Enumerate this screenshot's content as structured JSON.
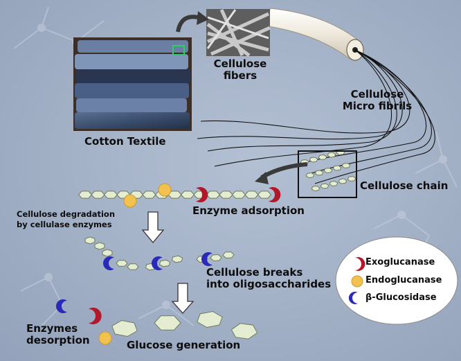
{
  "labels": {
    "cotton_textile": "Cotton Textile",
    "cellulose_fibers": "Cellulose\nfibers",
    "cellulose_microfibrils": "Cellulose\nMicro fibrils",
    "cellulose_chain": "Cellulose chain",
    "degradation": "Cellulose degradation\nby cellulase enzymes",
    "enzyme_adsorption": "Enzyme adsorption",
    "oligosaccharides": "Cellulose breaks\ninto oligosaccharides",
    "enzymes_desorption": "Enzymes\ndesorption",
    "glucose_generation": "Glucose generation"
  },
  "legend": [
    {
      "label": "Exoglucanase",
      "icon": "red-crescent-icon",
      "color": "#b3172a"
    },
    {
      "label": "Endoglucanase",
      "icon": "yellow-circle-icon",
      "color": "#f2c14e"
    },
    {
      "label": "β-Glucosidase",
      "icon": "blue-crescent-icon",
      "color": "#2a2ab8"
    }
  ],
  "colors": {
    "background": "#a7b4c9",
    "glucose_unit": "#e4ecd2",
    "exoglucanase": "#b3172a",
    "endoglucanase": "#f2c14e",
    "beta_glucosidase": "#2a2ab8"
  }
}
